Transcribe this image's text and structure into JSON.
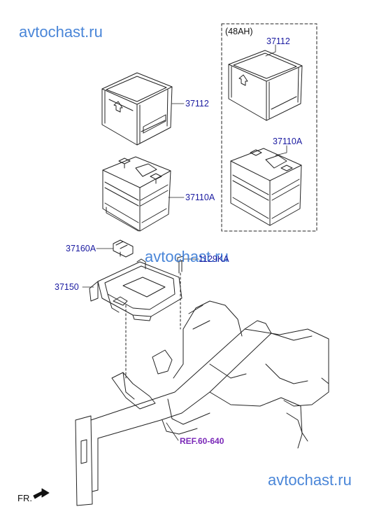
{
  "watermarks": {
    "top_left": "avtochast.ru",
    "middle": "avtochast.ru",
    "bottom_right": "avtochast.ru"
  },
  "option_box": {
    "label": "(48AH)"
  },
  "parts": {
    "tray_main": "37112",
    "battery_main": "37110A",
    "tray_48ah": "37112",
    "battery_48ah": "37110A",
    "clamp": "37160A",
    "bracket": "37150",
    "bolt": "1129KA"
  },
  "reference": {
    "text": "REF.60-640"
  },
  "orientation": {
    "text": "FR."
  },
  "colors": {
    "watermark": "#4a86d8",
    "part_number": "#1a1aa0",
    "reference": "#7a28b8",
    "line": "#222222"
  }
}
